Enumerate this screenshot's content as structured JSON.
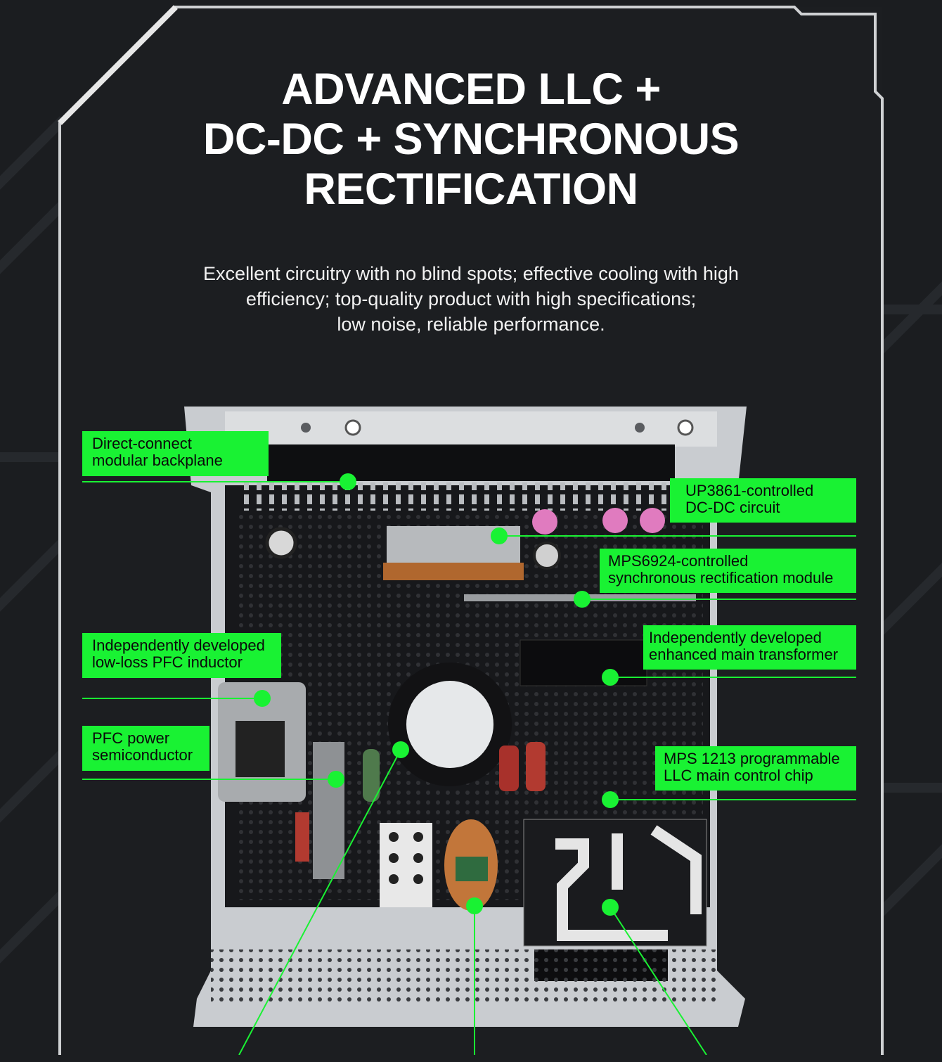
{
  "title_lines": [
    "ADVANCED LLC +",
    "DC-DC + SYNCHRONOUS",
    "RECTIFICATION"
  ],
  "subtitle_lines": [
    "Excellent circuitry with no blind spots; effective cooling with high",
    "efficiency; top-quality product with high specifications;",
    "low noise, reliable performance."
  ],
  "accent_color": "#19f233",
  "callouts": [
    {
      "line1": "Direct-connect",
      "line2": "modular backplane"
    },
    {
      "line1": "UP3861-controlled",
      "line2": "DC-DC circuit"
    },
    {
      "line1": "MPS6924-controlled",
      "line2": "synchronous rectification module"
    },
    {
      "line1": "Independently developed",
      "line2": "low-loss PFC inductor"
    },
    {
      "line1": "Independently developed",
      "line2": "enhanced main transformer"
    },
    {
      "line1": "PFC power",
      "line2": "semiconductor"
    },
    {
      "line1": "MPS 1213 programmable",
      "line2": "LLC main control chip"
    }
  ]
}
